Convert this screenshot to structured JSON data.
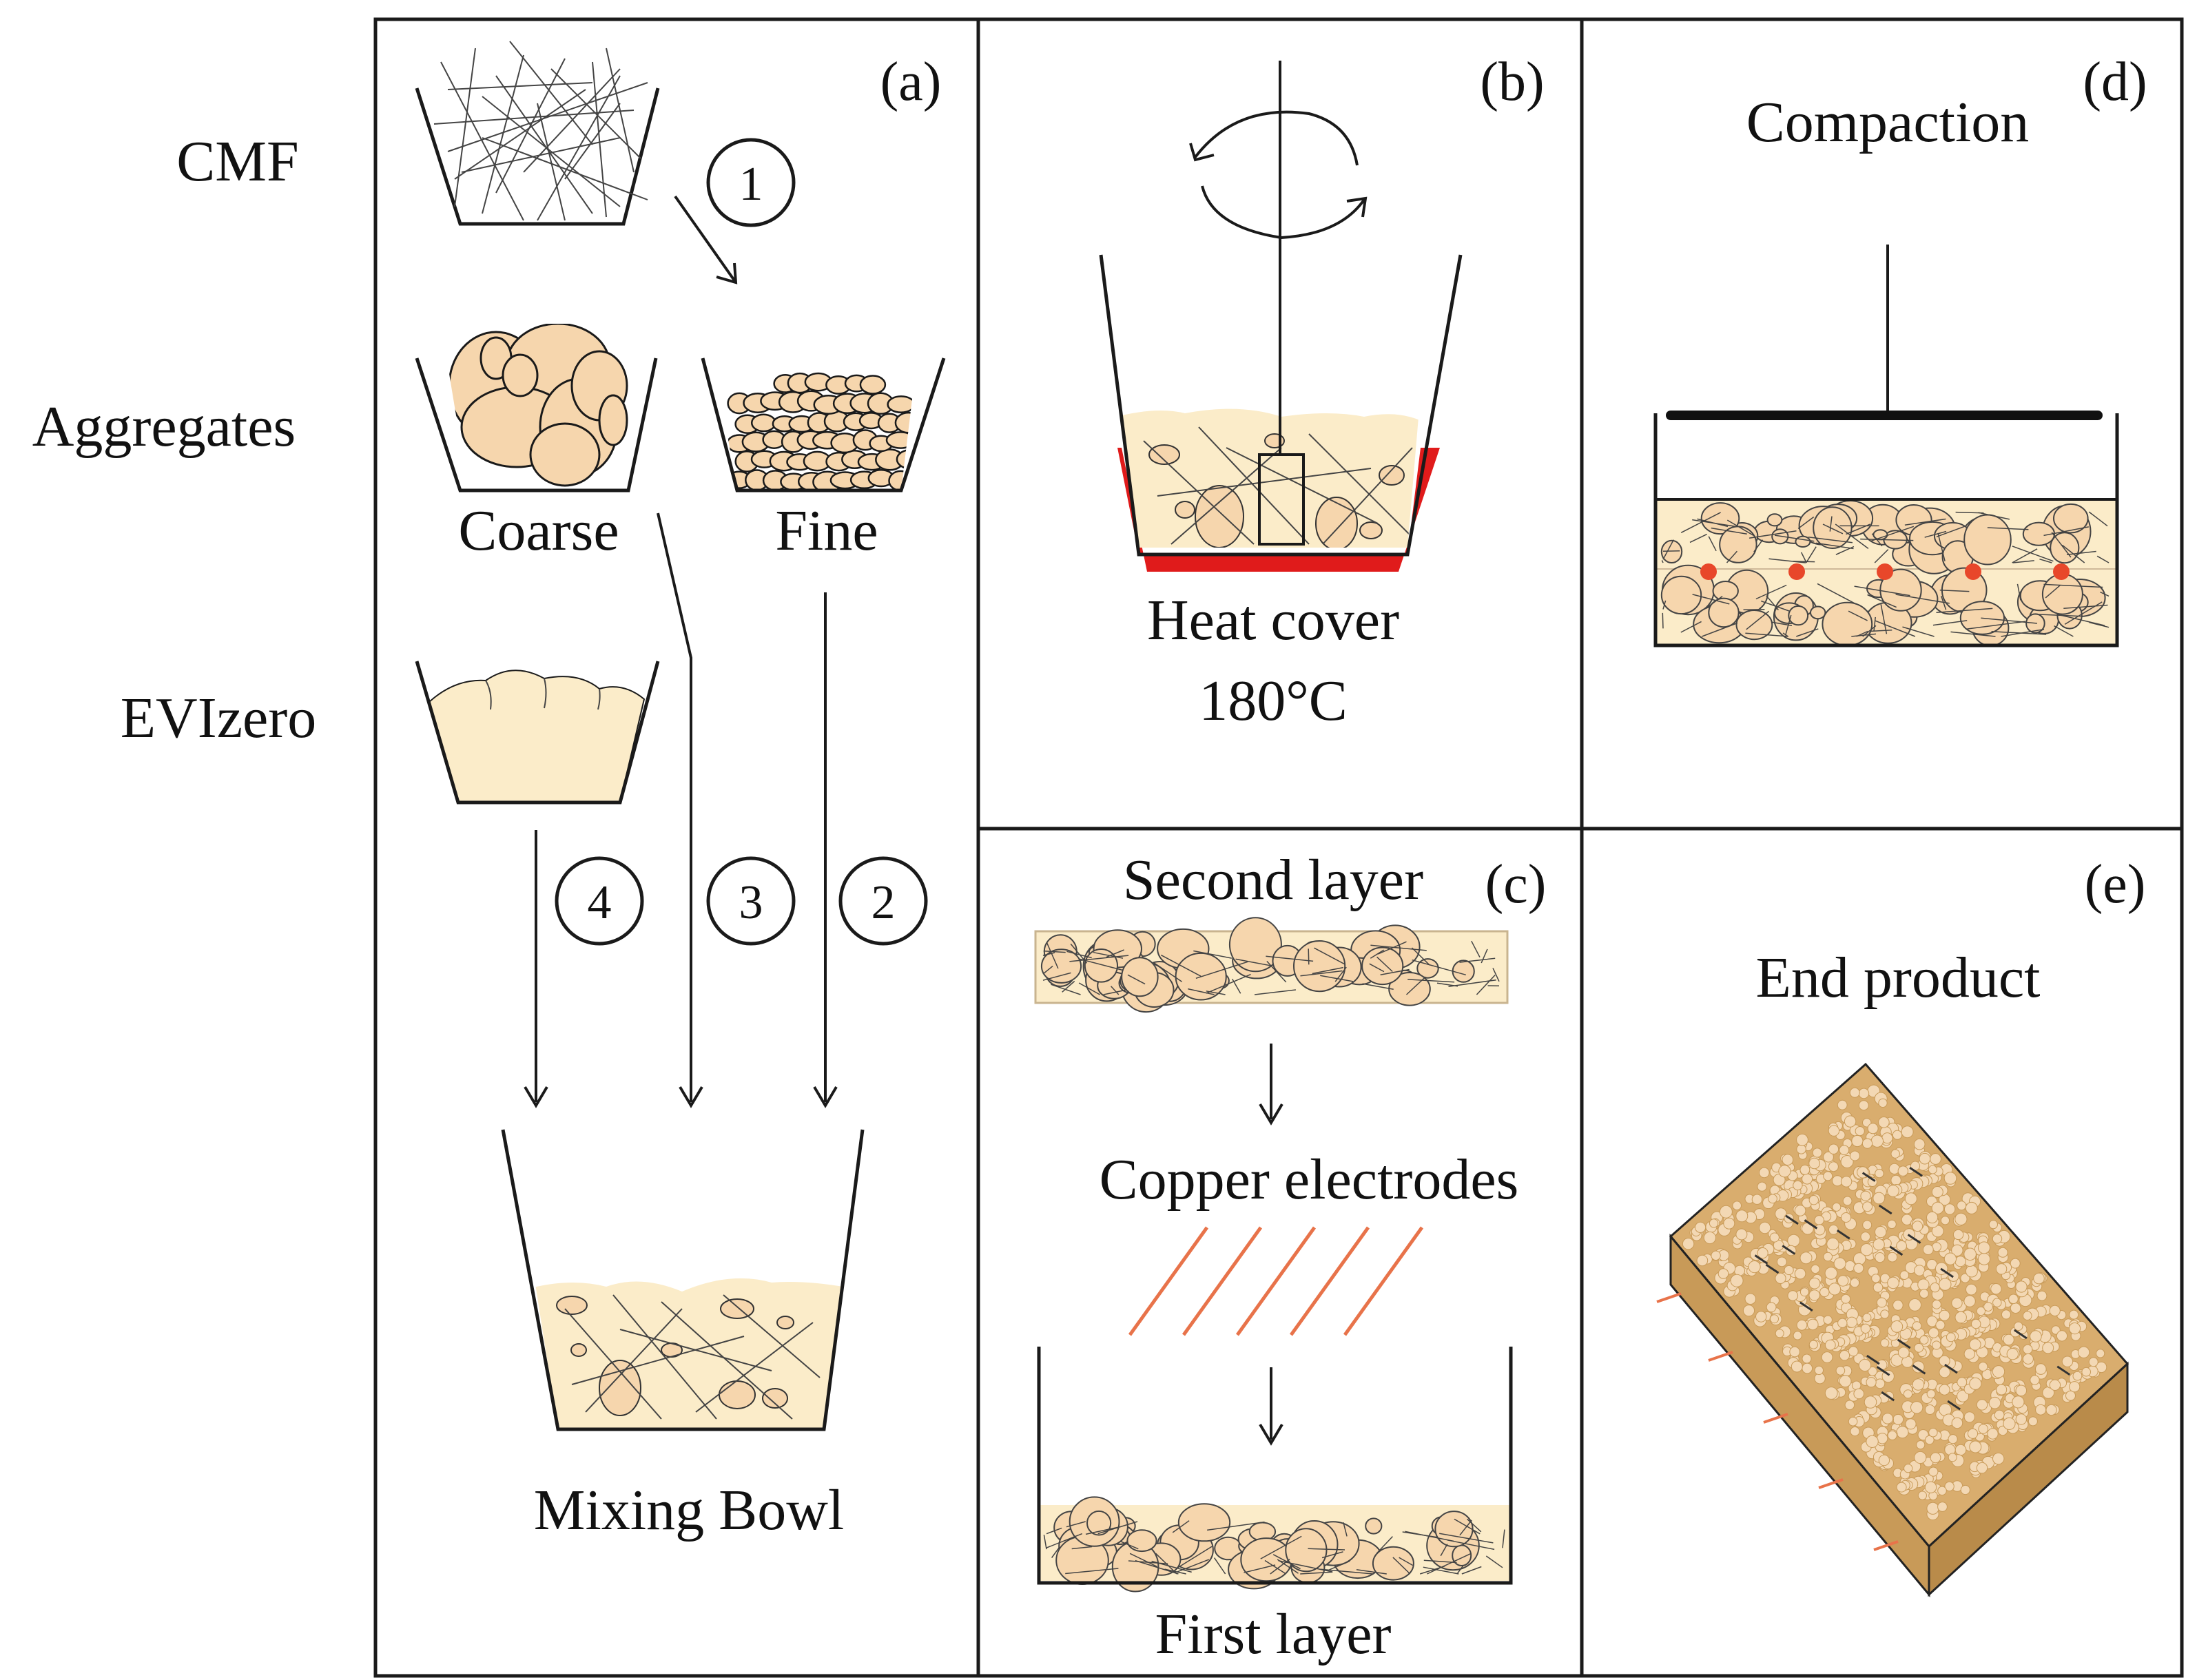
{
  "panels": {
    "a": "(a)",
    "b": "(b)",
    "c": "(c)",
    "d": "(d)",
    "e": "(e)"
  },
  "rows": {
    "cmf": "CMF",
    "aggregates": "Aggregates",
    "evizero": "EVIzero"
  },
  "labels": {
    "coarse": "Coarse",
    "fine": "Fine",
    "mixing_bowl": "Mixing Bowl",
    "heat_cover": "Heat cover",
    "temperature": "180°C",
    "compaction": "Compaction",
    "second_layer": "Second layer",
    "copper_electrodes": "Copper electrodes",
    "first_layer": "First layer",
    "end_product": "End product"
  },
  "steps": [
    "1",
    "2",
    "3",
    "4"
  ],
  "colors": {
    "frame": "#1a1a1a",
    "aggregate_fill": "#f6d6ad",
    "binder_fill": "#fbecc9",
    "heat_cover": "#e01b1b",
    "electrode": "#e8734a",
    "electrode_dot": "#e8472a",
    "product_top": "#d9ad6e",
    "product_side": "#c89a58",
    "product_dots": "#f3d8b4"
  }
}
